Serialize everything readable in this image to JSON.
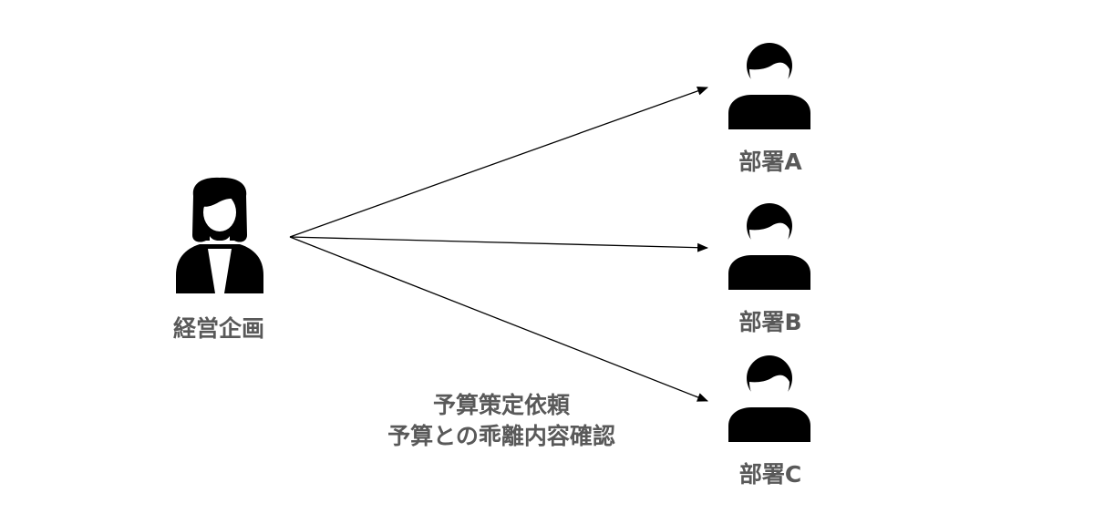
{
  "source": {
    "label": "経営企画",
    "icon": "businesswoman-icon"
  },
  "departments": [
    {
      "label": "部署A",
      "icon": "person-icon"
    },
    {
      "label": "部署B",
      "icon": "person-icon"
    },
    {
      "label": "部署C",
      "icon": "person-icon"
    }
  ],
  "caption": {
    "line1": "予算策定依頼",
    "line2": "予算との乖離内容確認"
  },
  "colors": {
    "icon": "#000000",
    "text": "#595959",
    "arrow": "#000000",
    "background": "#ffffff"
  }
}
